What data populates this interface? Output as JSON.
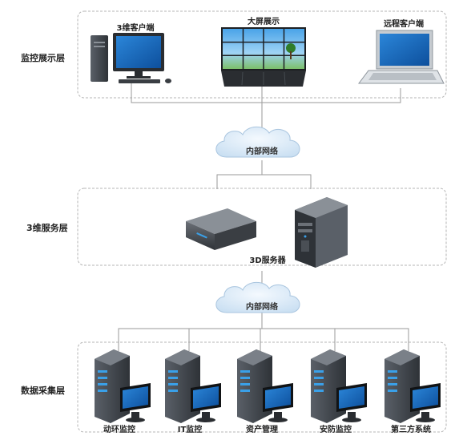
{
  "layers": {
    "display": "监控展示层",
    "service": "3维服务层",
    "collection": "数据采集层"
  },
  "display_devices": {
    "desktop_client": "3维客户端",
    "video_wall": "大屏展示",
    "remote_client": "远程客户端"
  },
  "networks": {
    "upper": "内部网络",
    "lower": "内部网络"
  },
  "server_label": "3D服务器",
  "collection_systems": [
    "动环监控",
    "IT监控",
    "资产管理",
    "安防监控",
    "第三方系统"
  ],
  "colors": {
    "box_border": "#b5b5b5",
    "line": "#9a9a9a",
    "cloud_fill": "#e3eef8",
    "screen_blue": "#1f6fc4",
    "tower_dark": "#3e4349",
    "accent_led": "#3aa0e8"
  }
}
